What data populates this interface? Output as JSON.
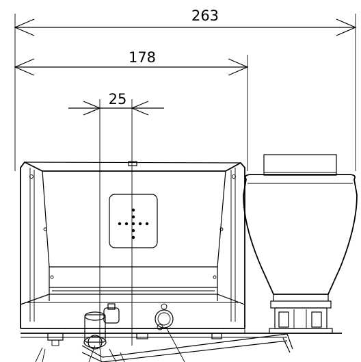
{
  "dimensions": {
    "overall_width": "263",
    "housing_width": "178",
    "inner_spacing": "25"
  }
}
